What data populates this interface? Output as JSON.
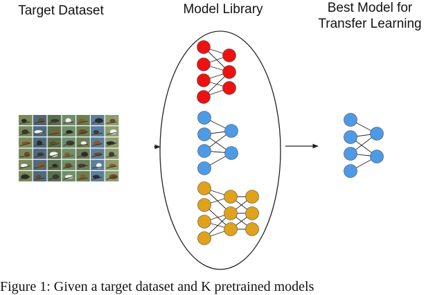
{
  "labels": {
    "target_dataset": "Target Dataset",
    "model_library": "Model Library",
    "best_model_line1": "Best Model for",
    "best_model_line2": "Transfer Learning"
  },
  "caption": "Figure 1: Given a target dataset and K pretrained models",
  "colors": {
    "red_model": "#ee1111",
    "blue_model": "#4d9be6",
    "gold_model": "#e0a21a",
    "node_stroke": "#444444",
    "edge": "#222222"
  },
  "icons": {
    "dataset": "bird-image-grid-icon",
    "arrow": "right-arrow-icon"
  }
}
